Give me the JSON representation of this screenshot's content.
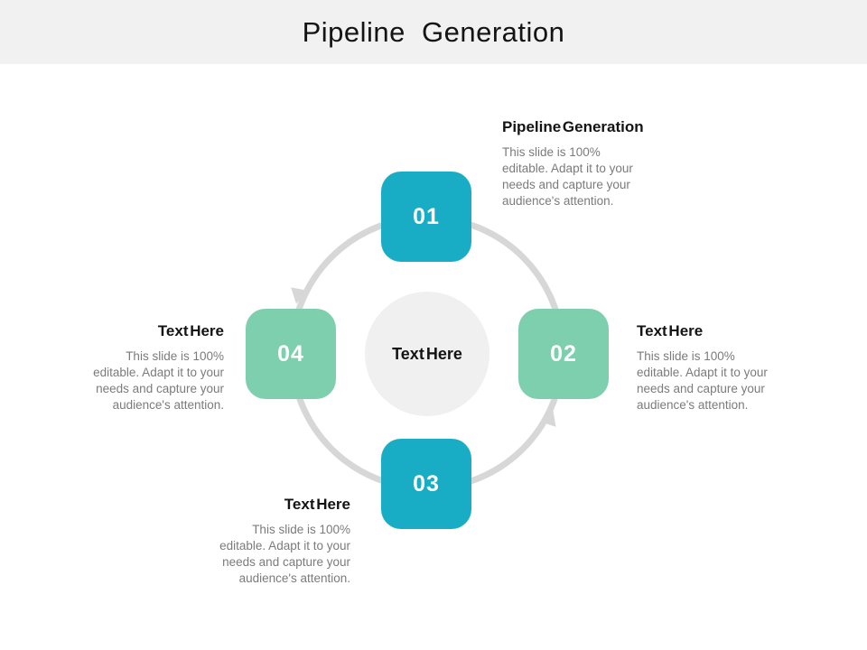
{
  "slide": {
    "title": "Pipeline Generation",
    "title_band_color": "#f1f1f2",
    "background_color": "#ffffff"
  },
  "diagram": {
    "center_label": "Text Here",
    "center_circle_color": "#f0f0f1",
    "ring_color": "#d7d7d7",
    "teal_color": "#18adc5",
    "green_color": "#7dcfae",
    "steps": [
      {
        "number": "01",
        "color": "#18adc5"
      },
      {
        "number": "02",
        "color": "#7dcfae"
      },
      {
        "number": "03",
        "color": "#18adc5"
      },
      {
        "number": "04",
        "color": "#7dcfae"
      }
    ]
  },
  "callouts": {
    "top_right": {
      "heading": "Pipeline Generation",
      "body": "This slide is 100%\neditable. Adapt it to your\nneeds and capture your\naudience's attention."
    },
    "right": {
      "heading": "Text Here",
      "body": "This slide is 100%\neditable. Adapt it to your\nneeds and capture your\naudience's attention."
    },
    "left": {
      "heading": "Text Here",
      "body": "This slide is 100%\neditable. Adapt it to your\nneeds and capture your\naudience's attention."
    },
    "bottom": {
      "heading": "Text Here",
      "body": "This slide is 100%\neditable. Adapt it to your\nneeds and capture your\naudience's attention."
    }
  }
}
